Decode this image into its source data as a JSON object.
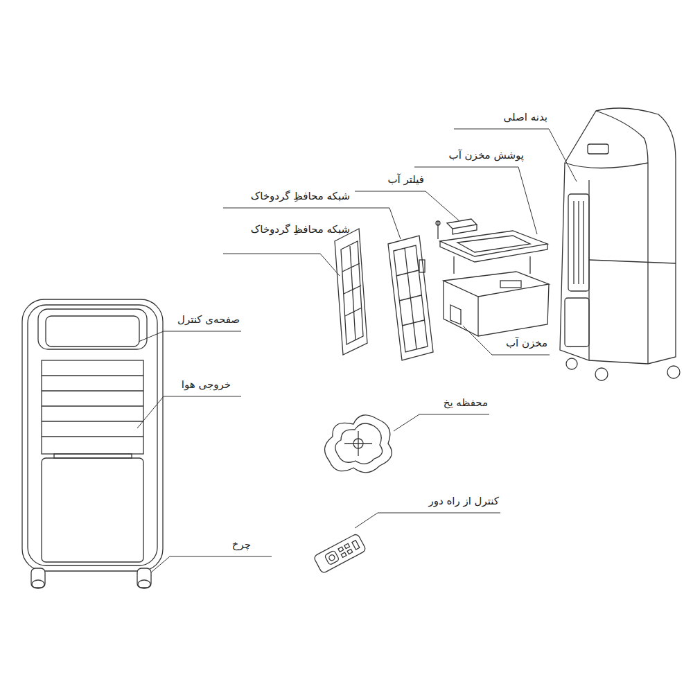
{
  "diagram": {
    "labels": [
      "بدنه اصلی",
      "پوشش مخزن آب",
      "فیلتر آب",
      "شبکه محافظِ گردوخاک",
      "شبکه محافظِ گردوخاک",
      "صفحه‌ی کنترل",
      "خروجی هوا",
      "مخزن آب",
      "محفظه یخ",
      "کنترل از راه دور",
      "چرخ"
    ]
  }
}
